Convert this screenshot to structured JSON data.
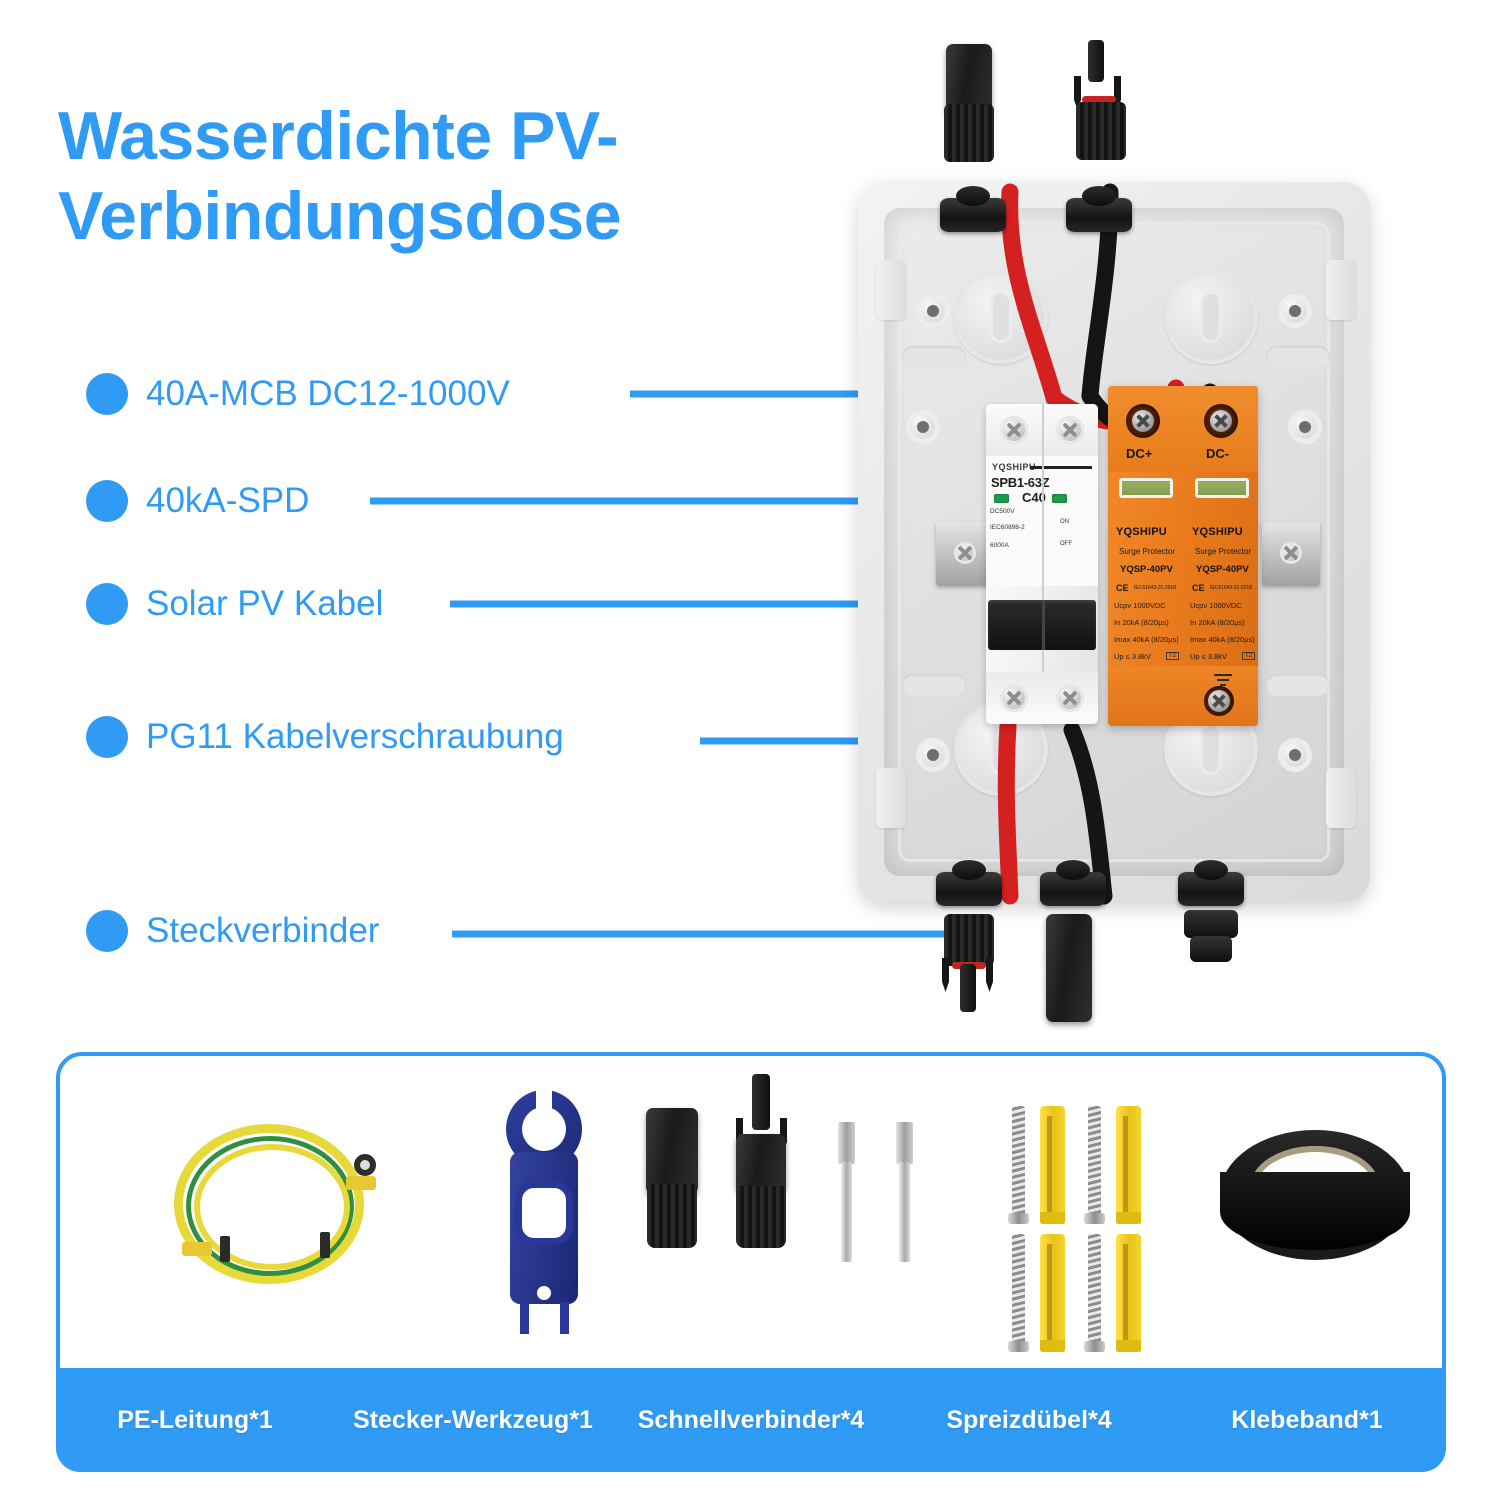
{
  "title": "Wasserdichte PV-Verbindungsdose",
  "theme": {
    "accent": "#2f9bf5",
    "device_orange": "#ea7c1e",
    "wire_red": "#d42020",
    "wire_black": "#141414",
    "anchor_yellow": "#e8c216",
    "tool_blue": "#2a379a"
  },
  "callouts": [
    {
      "id": "mcb",
      "label": "40A-MCB DC12-1000V",
      "icon": "bullet-dot"
    },
    {
      "id": "spd",
      "label": "40kA-SPD",
      "icon": "bullet-dot"
    },
    {
      "id": "cable",
      "label": "Solar PV Kabel",
      "icon": "bullet-dot"
    },
    {
      "id": "gland",
      "label": "PG11 Kabelverschraubung",
      "icon": "bullet-dot"
    },
    {
      "id": "connector",
      "label": "Steckverbinder",
      "icon": "bullet-dot"
    }
  ],
  "product": {
    "mcb": {
      "brand": "YQSHIPU",
      "model": "SPB1-63Z",
      "rating": "C40",
      "spec_lines": [
        "DC500V",
        "IEC60898-2",
        "6000A"
      ],
      "switch_on": "ON",
      "switch_off": "OFF"
    },
    "spd": {
      "brand": "YQSHIPU",
      "type_line": "Surge Protector",
      "model": "YQSP-40PV",
      "standard": "IEC61643-31:2018",
      "ce_mark": "CE",
      "pole_labels": [
        "DC+",
        "DC-"
      ],
      "specs": [
        "Ucpv  1000VDC",
        "In  20kA (8/20µs)",
        "Imax 40kA (8/20µs)",
        "Up  ≤ 3.8kV"
      ],
      "class_badge": "T2"
    }
  },
  "accessories": {
    "items": [
      {
        "name": "PE-Leitung*1",
        "icon": "pe-cable-coil-icon"
      },
      {
        "name": "Stecker-Werkzeug*1",
        "icon": "mc4-spanner-icon"
      },
      {
        "name": "Schnellverbinder*4",
        "icon": "mc4-connector-icon"
      },
      {
        "name": "Spreizdübel*4",
        "icon": "screw-anchor-icon"
      },
      {
        "name": "Klebeband*1",
        "icon": "tape-roll-icon"
      }
    ]
  }
}
